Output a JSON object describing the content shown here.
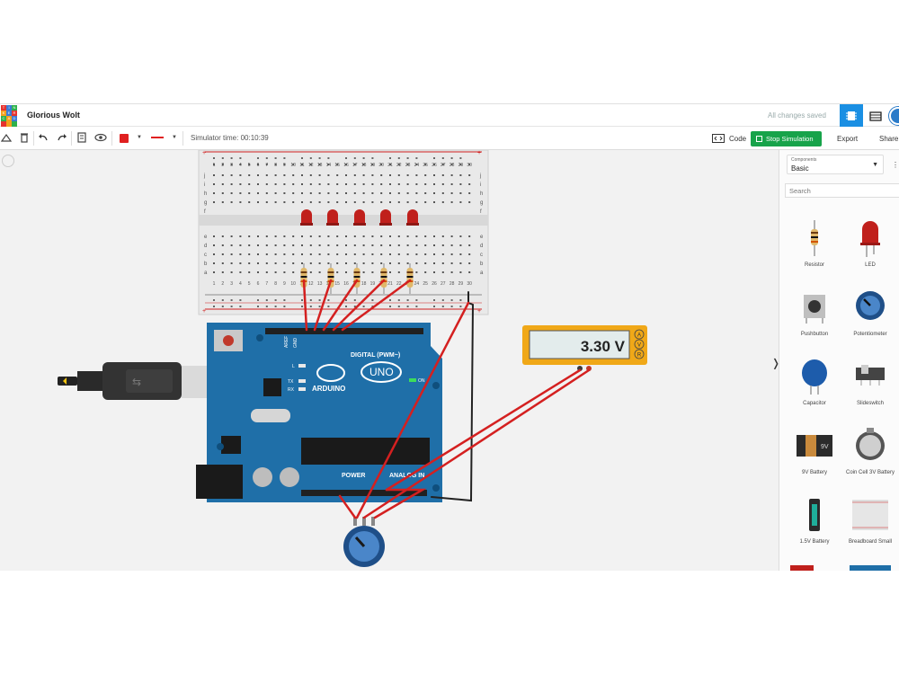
{
  "app": {
    "project_title": "Glorious Wolt",
    "save_status": "All changes saved",
    "logo_letters": [
      "T",
      "I",
      "N",
      "K",
      "E",
      "R",
      "C",
      "A",
      "D"
    ]
  },
  "toolbar": {
    "simulator_time": "Simulator time: 00:10:39",
    "code_label": "Code",
    "stop_label": "Stop Simulation",
    "export_label": "Export",
    "share_label": "Share",
    "wire_color": "#e02020"
  },
  "canvas": {
    "arduino": {
      "brand": "ARDUINO",
      "model": "UNO",
      "digital_label": "DIGITAL (PWM~)",
      "power_label": "POWER",
      "analog_label": "ANALOG IN",
      "on_label": "ON",
      "l_label": "L",
      "tx_label": "TX",
      "rx_label": "RX",
      "aref_label": "AREF",
      "gnd_label": "GND"
    },
    "multimeter": {
      "reading": "3.30 V",
      "modes": [
        "A",
        "V",
        "R"
      ]
    },
    "breadboard": {
      "columns": [
        "1",
        "2",
        "3",
        "4",
        "5",
        "6",
        "7",
        "8",
        "9",
        "10",
        "11",
        "12",
        "13",
        "14",
        "15",
        "16",
        "17",
        "18",
        "19",
        "20",
        "21",
        "22",
        "23",
        "24",
        "25",
        "26",
        "27",
        "28",
        "29",
        "30"
      ],
      "rows_top": [
        "j",
        "i",
        "h",
        "g",
        "f"
      ],
      "rows_bottom": [
        "e",
        "d",
        "c",
        "b",
        "a"
      ]
    },
    "led_count": 5,
    "resistor_count": 5
  },
  "panel": {
    "components_label": "Components",
    "category": "Basic",
    "search_placeholder": "Search",
    "components": [
      {
        "name": "Resistor",
        "icon": "resistor-icon"
      },
      {
        "name": "LED",
        "icon": "led-icon"
      },
      {
        "name": "Pushbutton",
        "icon": "pushbutton-icon"
      },
      {
        "name": "Potentiometer",
        "icon": "potentiometer-icon"
      },
      {
        "name": "Capacitor",
        "icon": "capacitor-icon"
      },
      {
        "name": "Slideswitch",
        "icon": "slideswitch-icon"
      },
      {
        "name": "9V Battery",
        "icon": "battery-9v-icon"
      },
      {
        "name": "Coin Cell 3V Battery",
        "icon": "coin-cell-icon"
      },
      {
        "name": "1.5V Battery",
        "icon": "battery-aa-icon"
      },
      {
        "name": "Breadboard Small",
        "icon": "breadboard-icon"
      }
    ]
  },
  "colors": {
    "accent_blue": "#1a8fe3",
    "stop_green": "#17a34a",
    "wire_red": "#d42020",
    "arduino_blue": "#1f6fa8",
    "multimeter_yellow": "#f0a818"
  }
}
